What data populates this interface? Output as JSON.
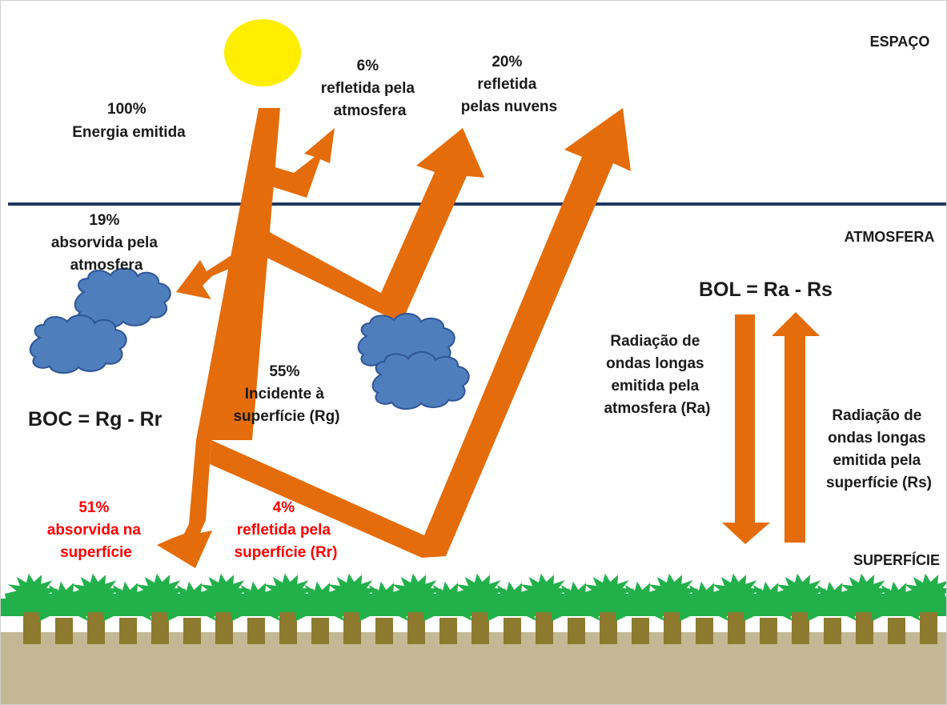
{
  "colors": {
    "arrow": "#e46c0a",
    "sun": "#ffee00",
    "cloud": "#4f7ebd",
    "cloud_stroke": "#2f5597",
    "boundary": "#1f3864",
    "leaf": "#22b04b",
    "trunk": "#8d7a2e",
    "ground": "#c4b894",
    "text": "#1a1a1a",
    "red_text": "#ff0000"
  },
  "icons": [
    "sun-icon",
    "cloud-icon",
    "palm-tree-icon"
  ],
  "layers": {
    "space": "ESPAÇO",
    "atmosphere": "ATMOSFERA",
    "surface": "SUPERFÍCIE"
  },
  "labels": {
    "emitted": [
      "100%",
      "Energia emitida"
    ],
    "reflected_atmosphere": [
      "6%",
      "refletida pela",
      "atmosfera"
    ],
    "reflected_clouds": [
      "20%",
      "refletida",
      "pelas nuvens"
    ],
    "absorbed_atmosphere": [
      "19%",
      "absorvida pela",
      "atmosfera"
    ],
    "incident": [
      "55%",
      "Incidente à",
      "superfície (Rg)"
    ],
    "absorbed_surface": [
      "51%",
      "absorvida na",
      "superfície"
    ],
    "reflected_surface": [
      "4%",
      "refletida pela",
      "superfície (Rr)"
    ],
    "longwave_atmosphere": [
      "Radiação de",
      "ondas longas",
      "emitida pela",
      "atmosfera (Ra)"
    ],
    "longwave_surface": [
      "Radiação de",
      "ondas longas",
      "emitida pela",
      "superfície (Rs)"
    ]
  },
  "equations": {
    "boc": "BOC = Rg - Rr",
    "bol": "BOL = Ra - Rs"
  }
}
